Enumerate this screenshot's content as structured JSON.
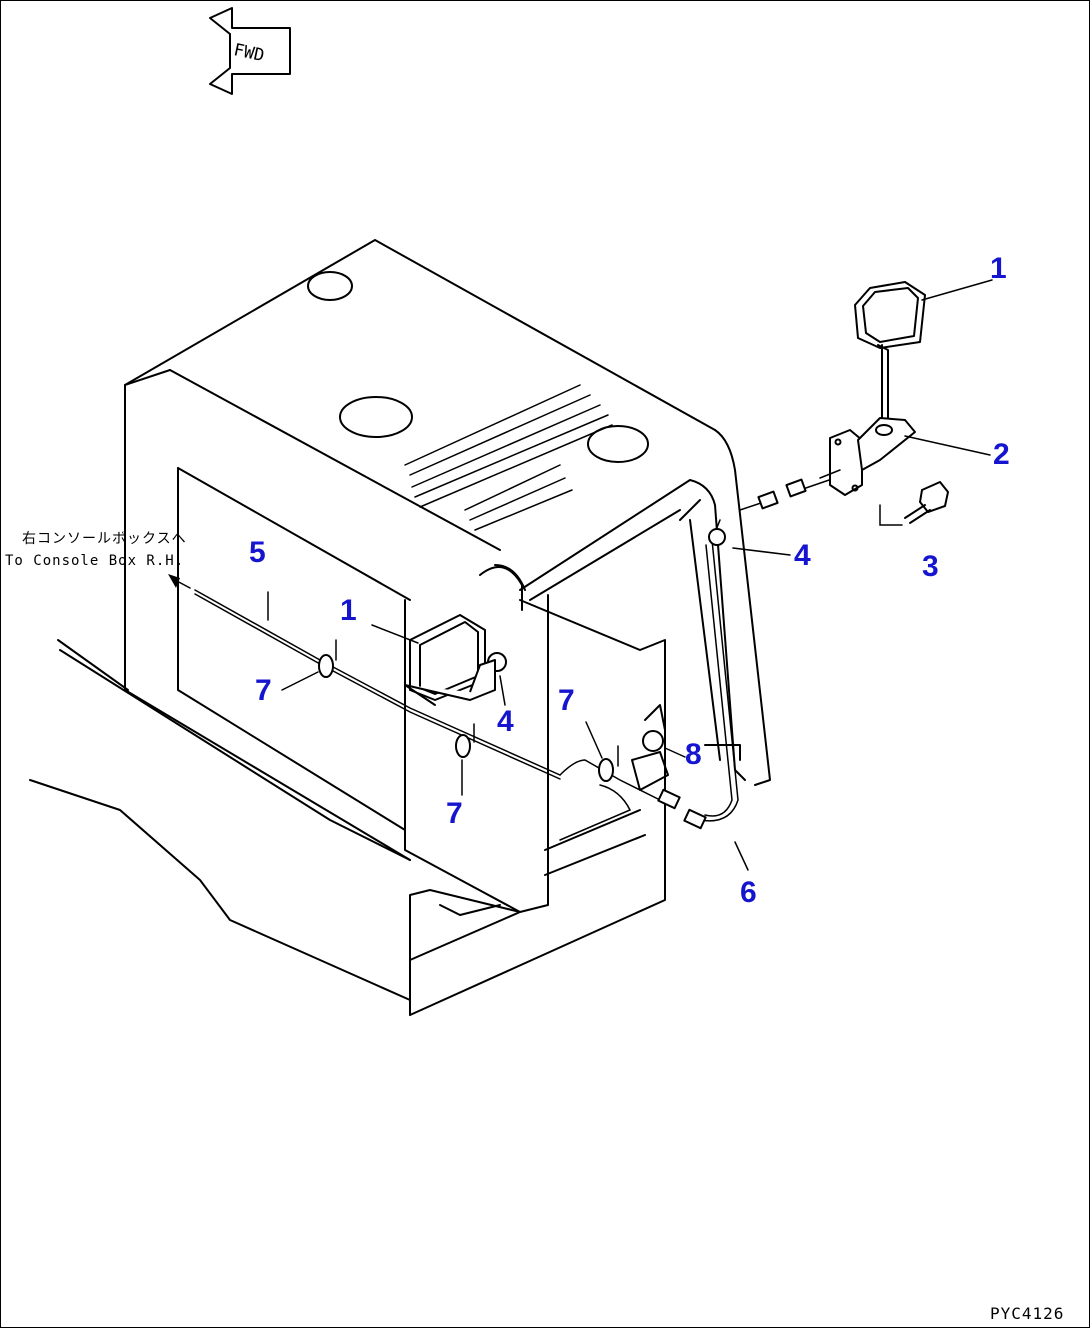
{
  "figure_code": "PYC4126",
  "fwd_label": "FWD",
  "note": {
    "jp": "右コンソールボックスへ",
    "en": "To Console Box R.H."
  },
  "callouts": [
    {
      "id": "c1a",
      "label": "1"
    },
    {
      "id": "c2",
      "label": "2"
    },
    {
      "id": "c3",
      "label": "3"
    },
    {
      "id": "c4a",
      "label": "4"
    },
    {
      "id": "c5",
      "label": "5"
    },
    {
      "id": "c1b",
      "label": "1"
    },
    {
      "id": "c7a",
      "label": "7"
    },
    {
      "id": "c4b",
      "label": "4"
    },
    {
      "id": "c7b",
      "label": "7"
    },
    {
      "id": "c7c",
      "label": "7"
    },
    {
      "id": "c8",
      "label": "8"
    },
    {
      "id": "c6",
      "label": "6"
    }
  ],
  "colors": {
    "callout": "#1515d0",
    "line": "#000000",
    "background": "#ffffff"
  }
}
